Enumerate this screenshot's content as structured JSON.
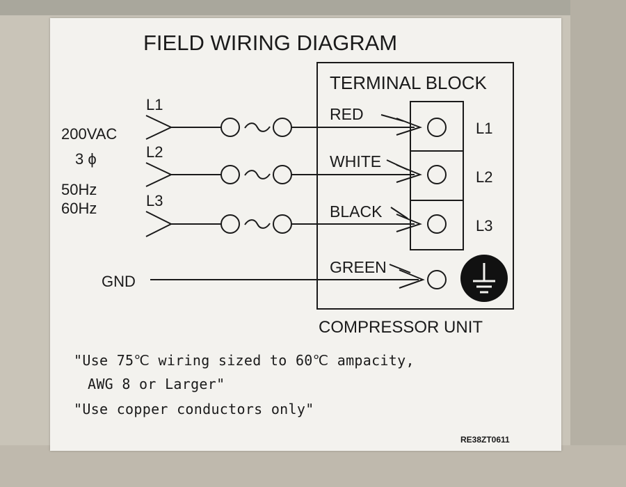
{
  "title": "FIELD WIRING DIAGRAM",
  "terminal_block_label": "TERMINAL BLOCK",
  "compressor_unit_label": "COMPRESSOR UNIT",
  "supply": {
    "voltage": "200VAC",
    "phase": "3 ϕ",
    "freq1": "50Hz",
    "freq2": "60Hz"
  },
  "lines": [
    {
      "input": "L1",
      "wire": "RED",
      "terminal": "L1"
    },
    {
      "input": "L2",
      "wire": "WHITE",
      "terminal": "L2"
    },
    {
      "input": "L3",
      "wire": "BLACK",
      "terminal": "L3"
    }
  ],
  "ground": {
    "input": "GND",
    "wire": "GREEN"
  },
  "connector_symbol": "O~O",
  "ground_icon": "earth-ground-icon",
  "notes": [
    "\"Use 75℃ wiring sized to 60℃ ampacity,",
    "AWG 8 or Larger\"",
    "\"Use copper conductors only\""
  ],
  "part_number": "RE38ZT0611",
  "colors": {
    "ink": "#1a1a1a",
    "label_bg": "#f3f2ee"
  }
}
